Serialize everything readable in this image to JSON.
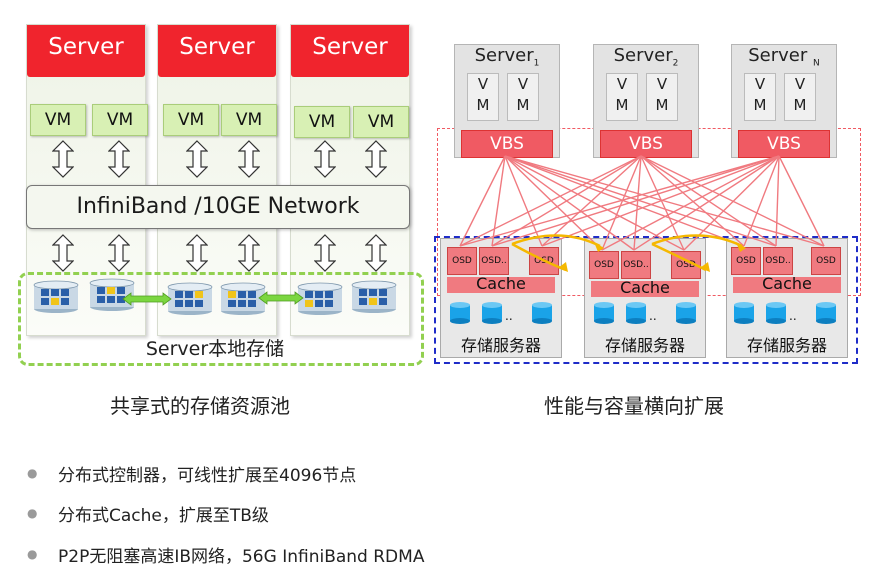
{
  "left_diagram": {
    "server_label": "Server",
    "vm_label": "VM",
    "network_label": "InfiniBand /10GE Network",
    "local_storage_label": "Server本地存储",
    "caption": "共享式的存储资源池"
  },
  "right_diagram": {
    "servers": [
      {
        "name": "Server",
        "sub": "1"
      },
      {
        "name": "Server",
        "sub": "2"
      },
      {
        "name": "Server ",
        "sub": "N"
      }
    ],
    "vm_label_v": "V",
    "vm_label_m": "M",
    "vbs_label": "VBS",
    "osd_label": "OSD",
    "osd_label_dots": "OSD..",
    "cache_label": "Cache",
    "storage_node_label": "存储服务器",
    "caption": "性能与容量横向扩展"
  },
  "bullets": [
    "分布式控制器，可线性扩展至4096节点",
    "分布式Cache，扩展至TB级",
    "P2P无阻塞高速IB网络，56G InfiniBand RDMA"
  ],
  "bullet_symbol": "●",
  "colors": {
    "server_red": "#f0242d",
    "vm_green": "#d8f0b4",
    "local_dash_green": "#92d050",
    "link_red": "#f05a63",
    "blue_dash": "#1f2cc8",
    "disk_blue": "#1aa3e8",
    "sync_arrow_yellow": "#f5b800",
    "green_arrow": "#7bd640"
  }
}
